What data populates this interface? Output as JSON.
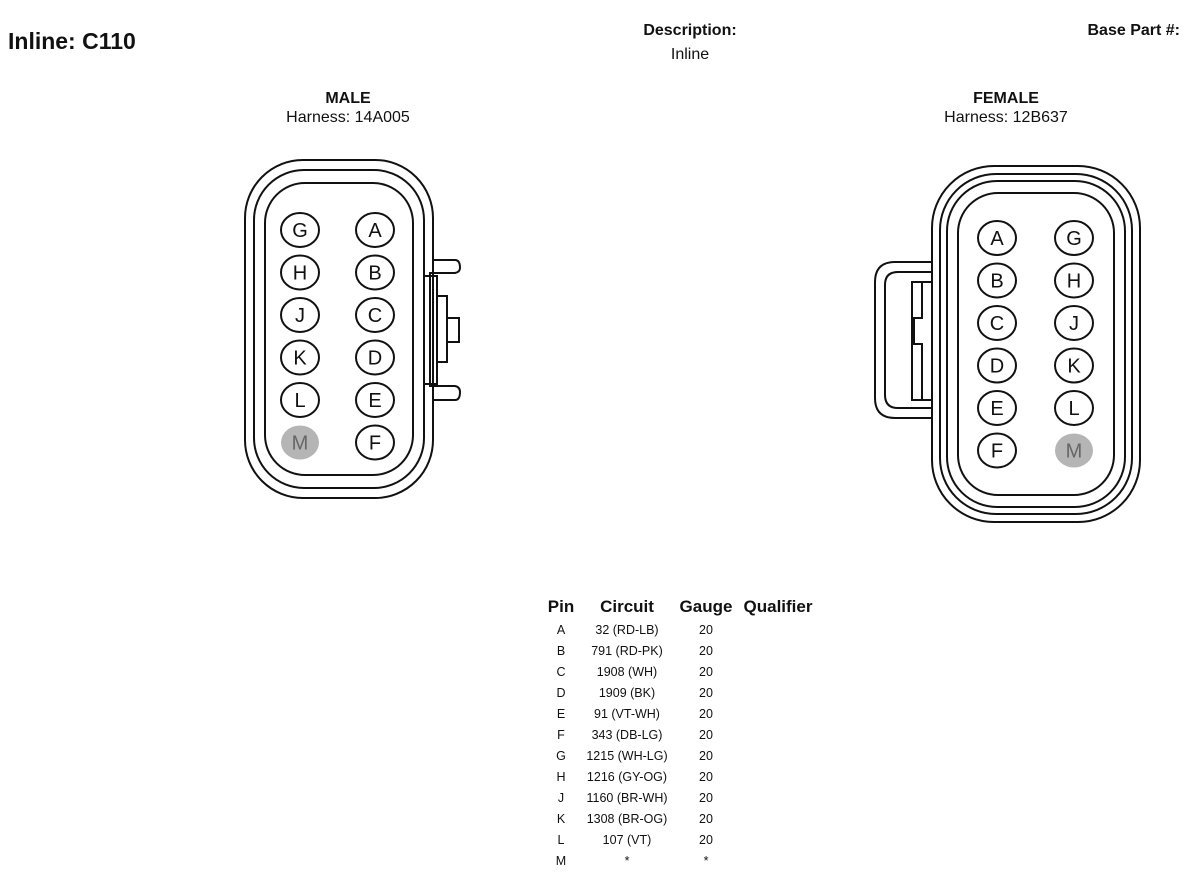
{
  "header": {
    "title": "Inline: C110",
    "description_label": "Description:",
    "description_value": "Inline",
    "base_part_label": "Base Part #:"
  },
  "male": {
    "title": "MALE",
    "harness": "Harness: 14A005",
    "left_column": [
      "G",
      "H",
      "J",
      "K",
      "L",
      "M"
    ],
    "right_column": [
      "A",
      "B",
      "C",
      "D",
      "E",
      "F"
    ],
    "blanked_pins": [
      "M"
    ]
  },
  "female": {
    "title": "FEMALE",
    "harness": "Harness: 12B637",
    "left_column": [
      "A",
      "B",
      "C",
      "D",
      "E",
      "F"
    ],
    "right_column": [
      "G",
      "H",
      "J",
      "K",
      "L",
      "M"
    ],
    "blanked_pins": [
      "M"
    ]
  },
  "pin_table": {
    "headers": [
      "Pin",
      "Circuit",
      "Gauge",
      "Qualifier"
    ],
    "rows": [
      {
        "pin": "A",
        "circuit": "32 (RD-LB)",
        "gauge": "20",
        "qualifier": ""
      },
      {
        "pin": "B",
        "circuit": "791 (RD-PK)",
        "gauge": "20",
        "qualifier": ""
      },
      {
        "pin": "C",
        "circuit": "1908 (WH)",
        "gauge": "20",
        "qualifier": ""
      },
      {
        "pin": "D",
        "circuit": "1909 (BK)",
        "gauge": "20",
        "qualifier": ""
      },
      {
        "pin": "E",
        "circuit": "91 (VT-WH)",
        "gauge": "20",
        "qualifier": ""
      },
      {
        "pin": "F",
        "circuit": "343 (DB-LG)",
        "gauge": "20",
        "qualifier": ""
      },
      {
        "pin": "G",
        "circuit": "1215 (WH-LG)",
        "gauge": "20",
        "qualifier": ""
      },
      {
        "pin": "H",
        "circuit": "1216 (GY-OG)",
        "gauge": "20",
        "qualifier": ""
      },
      {
        "pin": "J",
        "circuit": "1160 (BR-WH)",
        "gauge": "20",
        "qualifier": ""
      },
      {
        "pin": "K",
        "circuit": "1308 (BR-OG)",
        "gauge": "20",
        "qualifier": ""
      },
      {
        "pin": "L",
        "circuit": "107 (VT)",
        "gauge": "20",
        "qualifier": ""
      },
      {
        "pin": "M",
        "circuit": "*",
        "gauge": "*",
        "qualifier": ""
      }
    ]
  },
  "colors": {
    "line": "#111111",
    "blank_pin_fill": "#b5b5b5",
    "blank_pin_text": "#666666"
  }
}
